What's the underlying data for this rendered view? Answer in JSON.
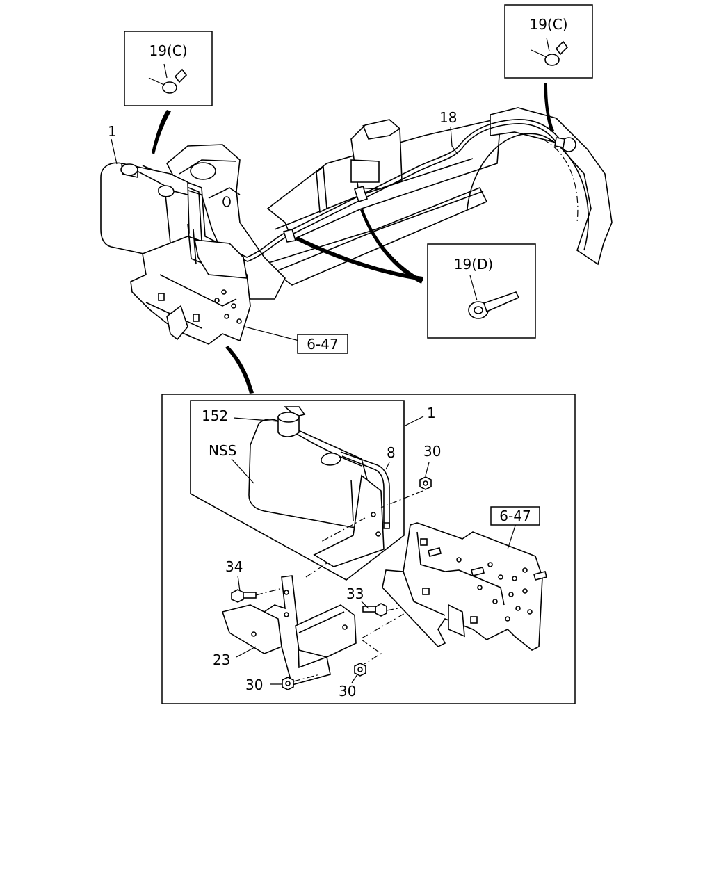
{
  "labels": {
    "callout_c_left": "19(C)",
    "callout_c_right": "19(C)",
    "callout_d": "19(D)",
    "part_1_top": "1",
    "part_18": "18",
    "ref_6_47_top": "6-47",
    "part_152": "152",
    "nss": "NSS",
    "part_1_detail": "1",
    "part_8": "8",
    "part_30_a": "30",
    "ref_6_47_detail": "6-47",
    "part_34": "34",
    "part_33": "33",
    "part_23": "23",
    "part_30_b": "30",
    "part_30_c": "30"
  }
}
